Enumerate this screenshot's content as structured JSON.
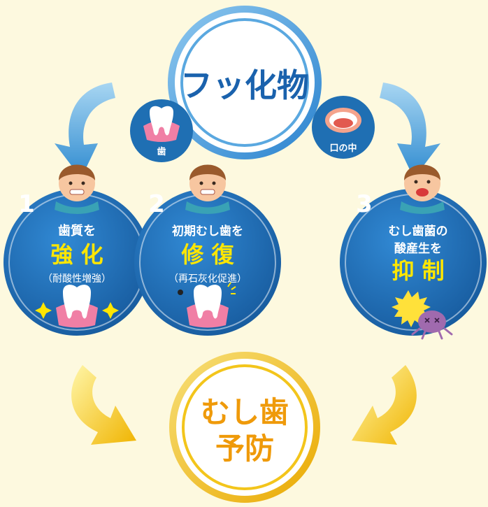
{
  "center_top": {
    "title": "フッ化物"
  },
  "badges": {
    "tooth": {
      "label": "歯"
    },
    "mouth": {
      "label": "口の中"
    }
  },
  "effects": [
    {
      "number": "1",
      "line1": "歯質を",
      "highlight": "強 化",
      "sub": "（耐酸性増強）"
    },
    {
      "number": "2",
      "line1": "初期むし歯を",
      "highlight": "修 復",
      "sub": "（再石灰化促進）"
    },
    {
      "number": "3",
      "line1": "むし歯菌の",
      "line2": "酸産生を",
      "highlight": "抑 制"
    }
  ],
  "center_bottom": {
    "line1": "むし歯",
    "line2": "予防"
  },
  "colors": {
    "background": "#fdf9df",
    "circle_blue": "#1f6fb3",
    "circle_blue_dark": "#14508f",
    "title_blue": "#1a62ad",
    "highlight_yellow": "#ffe600",
    "orange_text": "#ef9a0a",
    "gold_ring": "#f3c51b",
    "arrow_blue": "#3d9ad9",
    "arrow_gold": "#f5c400"
  }
}
